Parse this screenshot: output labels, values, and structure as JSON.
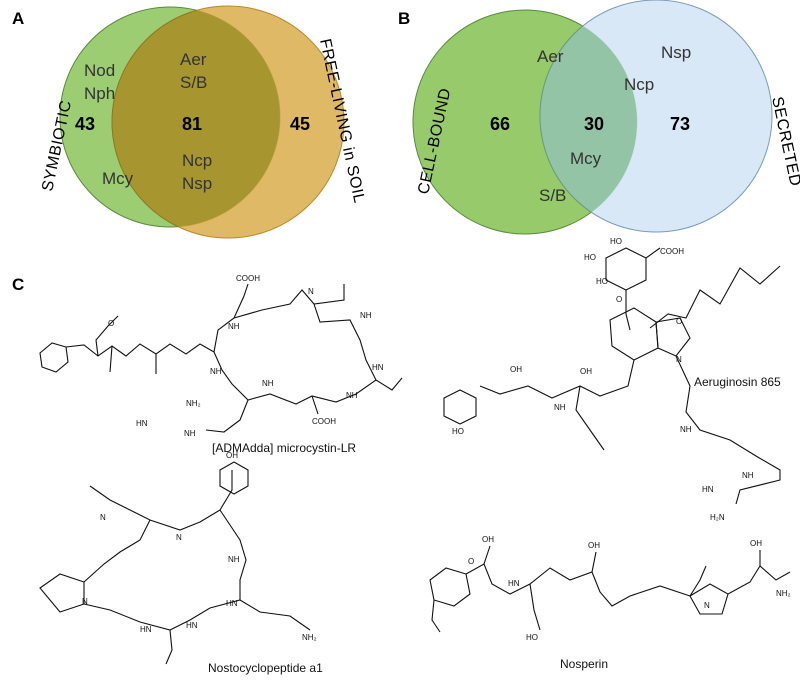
{
  "panels": {
    "a": "A",
    "b": "B",
    "c": "C"
  },
  "venn_a": {
    "left_label": "SYMBIOTIC",
    "right_label": "FREE-LIVING in SOIL",
    "left_count": "43",
    "center_count": "81",
    "right_count": "45",
    "left_items": [
      "Nod",
      "Nph",
      "Mcy"
    ],
    "center_items": [
      "Aer",
      "S/B",
      "Ncp",
      "Nsp"
    ],
    "colors": {
      "left": "#7dbb4c",
      "right": "#d6a232",
      "overlap": "#a39a3a"
    }
  },
  "venn_b": {
    "left_label": "CELL-BOUND",
    "right_label": "SECRETED",
    "left_count": "66",
    "center_count": "30",
    "right_count": "73",
    "items": {
      "aer": "Aer",
      "ncp": "Ncp",
      "mcy": "Mcy",
      "sb": "S/B",
      "nsp": "Nsp"
    },
    "colors": {
      "left": "#7dbb4c",
      "right": "#c9def3",
      "overlap": "#8fbf9a"
    }
  },
  "molecules": {
    "microcystin": "[ADMAdda] microcystin-LR",
    "aeruginosin": "Aeruginosin 865",
    "nostocyclopeptide": "Nostocyclopeptide a1",
    "nosperin": "Nosperin"
  },
  "atoms": {
    "cooh": "COOH",
    "nh": "NH",
    "hn": "HN",
    "nh2": "NH₂",
    "h2n": "H₂N",
    "n": "N",
    "o": "O",
    "oh": "OH",
    "ho": "HO",
    "hn2": "HN"
  }
}
